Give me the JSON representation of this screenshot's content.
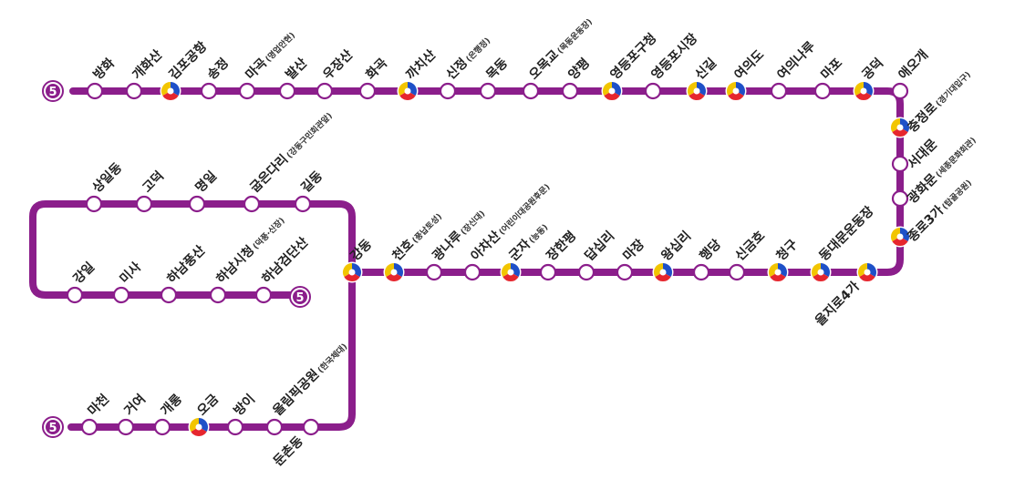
{
  "line": {
    "number_badge": "5",
    "color": "#8B1E8B",
    "transfer_colors": [
      "#1E50C8",
      "#E6262E",
      "#F2C500"
    ]
  },
  "branches": {
    "main": [
      {
        "name": "방화",
        "sub": "",
        "transfer": false
      },
      {
        "name": "개화산",
        "sub": "",
        "transfer": false
      },
      {
        "name": "김포공항",
        "sub": "",
        "transfer": true
      },
      {
        "name": "송정",
        "sub": "",
        "transfer": false
      },
      {
        "name": "마곡",
        "sub": "(명업안현)",
        "transfer": false
      },
      {
        "name": "발산",
        "sub": "",
        "transfer": false
      },
      {
        "name": "우장산",
        "sub": "",
        "transfer": false
      },
      {
        "name": "화곡",
        "sub": "",
        "transfer": false
      },
      {
        "name": "까치산",
        "sub": "",
        "transfer": true
      },
      {
        "name": "신정",
        "sub": "(은행정)",
        "transfer": false
      },
      {
        "name": "목동",
        "sub": "",
        "transfer": false
      },
      {
        "name": "오목교",
        "sub": "(목동운동장)",
        "transfer": false
      },
      {
        "name": "양평",
        "sub": "",
        "transfer": false
      },
      {
        "name": "영등포구청",
        "sub": "",
        "transfer": true
      },
      {
        "name": "영등포시장",
        "sub": "",
        "transfer": false
      },
      {
        "name": "신길",
        "sub": "",
        "transfer": true
      },
      {
        "name": "여의도",
        "sub": "",
        "transfer": true
      },
      {
        "name": "여의나루",
        "sub": "",
        "transfer": false
      },
      {
        "name": "마포",
        "sub": "",
        "transfer": false
      },
      {
        "name": "공덕",
        "sub": "",
        "transfer": true
      },
      {
        "name": "애오개",
        "sub": "",
        "transfer": false
      },
      {
        "name": "충정로",
        "sub": "(경기대입구)",
        "transfer": true
      },
      {
        "name": "서대문",
        "sub": "",
        "transfer": false
      },
      {
        "name": "광화문",
        "sub": "(세종문화회관)",
        "transfer": false
      },
      {
        "name": "종로3가",
        "sub": "(탑골공원)",
        "transfer": true
      },
      {
        "name": "을지로4가",
        "sub": "",
        "transfer": true
      },
      {
        "name": "동대문운동장",
        "sub": "",
        "transfer": true
      },
      {
        "name": "청구",
        "sub": "",
        "transfer": true
      },
      {
        "name": "신금호",
        "sub": "",
        "transfer": false
      },
      {
        "name": "행당",
        "sub": "",
        "transfer": false
      },
      {
        "name": "왕십리",
        "sub": "",
        "transfer": true
      },
      {
        "name": "마장",
        "sub": "",
        "transfer": false
      },
      {
        "name": "답십리",
        "sub": "",
        "transfer": false
      },
      {
        "name": "장한평",
        "sub": "",
        "transfer": false
      },
      {
        "name": "군자",
        "sub": "(능동)",
        "transfer": true
      },
      {
        "name": "아차산",
        "sub": "(어린이대공원후문)",
        "transfer": false
      },
      {
        "name": "광나루",
        "sub": "(장신대)",
        "transfer": false
      },
      {
        "name": "천호",
        "sub": "(풍납토성)",
        "transfer": true
      },
      {
        "name": "강동",
        "sub": "",
        "transfer": true
      }
    ],
    "east": [
      {
        "name": "길동",
        "sub": "",
        "transfer": false
      },
      {
        "name": "굽은다리",
        "sub": "(강동구민회관앞)",
        "transfer": false
      },
      {
        "name": "명일",
        "sub": "",
        "transfer": false
      },
      {
        "name": "고덕",
        "sub": "",
        "transfer": false
      },
      {
        "name": "상일동",
        "sub": "",
        "transfer": false
      },
      {
        "name": "강일",
        "sub": "",
        "transfer": false
      },
      {
        "name": "미사",
        "sub": "",
        "transfer": false
      },
      {
        "name": "하남풍산",
        "sub": "",
        "transfer": false
      },
      {
        "name": "하남시청",
        "sub": "(덕풍·신장)",
        "transfer": false
      },
      {
        "name": "하남검단산",
        "sub": "",
        "transfer": false
      }
    ],
    "south": [
      {
        "name": "마천",
        "sub": "",
        "transfer": false
      },
      {
        "name": "거여",
        "sub": "",
        "transfer": false
      },
      {
        "name": "개롱",
        "sub": "",
        "transfer": false
      },
      {
        "name": "오금",
        "sub": "",
        "transfer": true
      },
      {
        "name": "방이",
        "sub": "",
        "transfer": false
      },
      {
        "name": "올림픽공원",
        "sub": "(한국체대)",
        "transfer": false
      },
      {
        "name": "둔촌동",
        "sub": "",
        "transfer": false
      }
    ]
  }
}
